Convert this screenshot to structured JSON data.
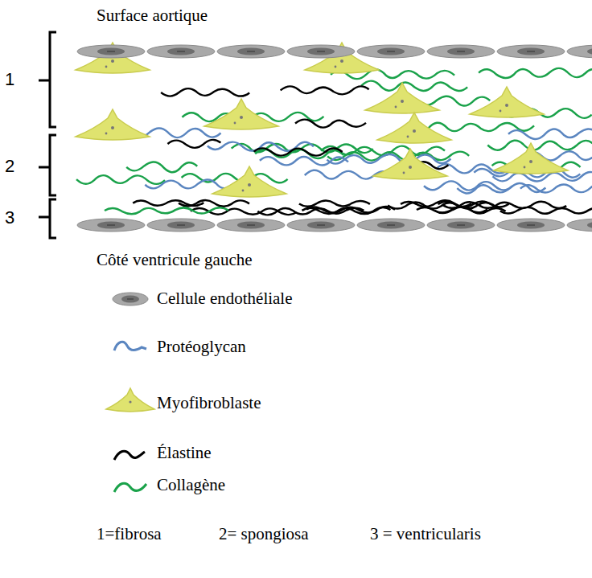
{
  "diagram": {
    "labels": [
      "Surface aortique",
      "1",
      "2",
      "3",
      "Côté ventricule gauche",
      "1=fibrosa",
      "2= spongiosa",
      "3 = ventricularis"
    ],
    "legend": [
      {
        "text": "Cellule endothéliale"
      },
      {
        "text": "Protéoglycan"
      },
      {
        "text": "Myofibroblaste"
      },
      {
        "text": "Élastine"
      },
      {
        "text": "Collagène"
      }
    ]
  }
}
